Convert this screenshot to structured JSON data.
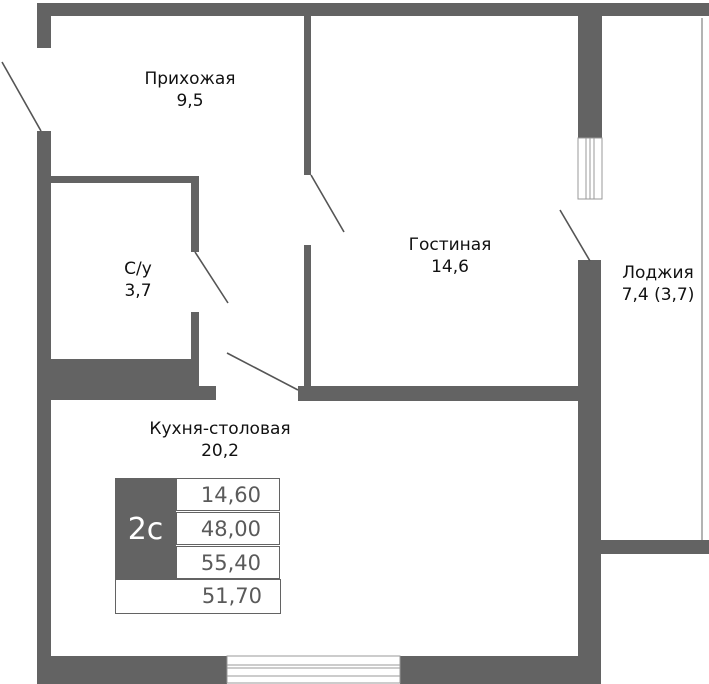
{
  "plan": {
    "colors": {
      "wall": "#636363",
      "door_line": "#555555",
      "window_line": "#9a9a9a",
      "background": "#ffffff",
      "text": "#111111",
      "table_text": "#5a5a5a"
    },
    "rooms": {
      "hallway": {
        "name": "Прихожая",
        "area": "9,5"
      },
      "living_room": {
        "name": "Гостиная",
        "area": "14,6"
      },
      "bathroom": {
        "name": "С/у",
        "area": "3,7"
      },
      "kitchen": {
        "name": "Кухня-столовая",
        "area": "20,2"
      },
      "loggia": {
        "name": "Лоджия",
        "area": "7,4 (3,7)"
      }
    },
    "summary": {
      "type": "2с",
      "living_area": "14,60",
      "total_area": "48,00",
      "total_with_loggia": "55,40",
      "reduced_area": "51,70"
    }
  }
}
